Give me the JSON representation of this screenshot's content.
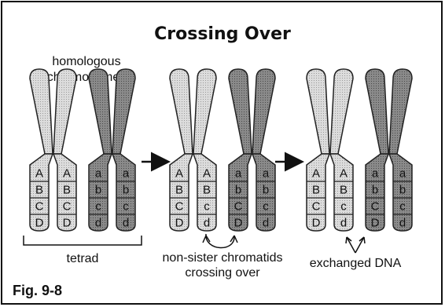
{
  "title": "Crossing Over",
  "labels": {
    "homologous_line1": "homologous",
    "homologous_line2": "chromosomes",
    "tetrad": "tetrad",
    "nonsister_line1": "non-sister chromatids",
    "nonsister_line2": "crossing over",
    "exchanged": "exchanged DNA",
    "figure": "Fig. 9-8"
  },
  "colors": {
    "light_chromatid": "#d4d4d4",
    "dark_chromatid": "#8f8f8f",
    "outline": "#222222"
  },
  "stages": [
    {
      "name": "tetrad",
      "chromatids": [
        {
          "shade": "light",
          "alleles": [
            "A",
            "B",
            "C",
            "D"
          ]
        },
        {
          "shade": "light",
          "alleles": [
            "A",
            "B",
            "C",
            "D"
          ]
        },
        {
          "shade": "dark",
          "alleles": [
            "a",
            "b",
            "c",
            "d"
          ]
        },
        {
          "shade": "dark",
          "alleles": [
            "a",
            "b",
            "c",
            "d"
          ]
        }
      ]
    },
    {
      "name": "crossing-over",
      "chromatids": [
        {
          "shade": "light",
          "alleles": [
            "A",
            "B",
            "C",
            "D"
          ]
        },
        {
          "shade": "light",
          "alleles": [
            "A",
            "B",
            "c",
            "d"
          ]
        },
        {
          "shade": "dark",
          "alleles": [
            "a",
            "b",
            "C",
            "D"
          ]
        },
        {
          "shade": "dark",
          "alleles": [
            "a",
            "b",
            "c",
            "d"
          ]
        }
      ]
    },
    {
      "name": "exchanged",
      "chromatids": [
        {
          "shade": "light",
          "alleles": [
            "A",
            "B",
            "C",
            "D"
          ]
        },
        {
          "shade": "light",
          "alleles": [
            "A",
            "B",
            "c",
            "d"
          ]
        },
        {
          "shade": "dark",
          "alleles": [
            "a",
            "b",
            "C",
            "D"
          ]
        },
        {
          "shade": "dark",
          "alleles": [
            "a",
            "b",
            "c",
            "d"
          ]
        }
      ]
    }
  ]
}
